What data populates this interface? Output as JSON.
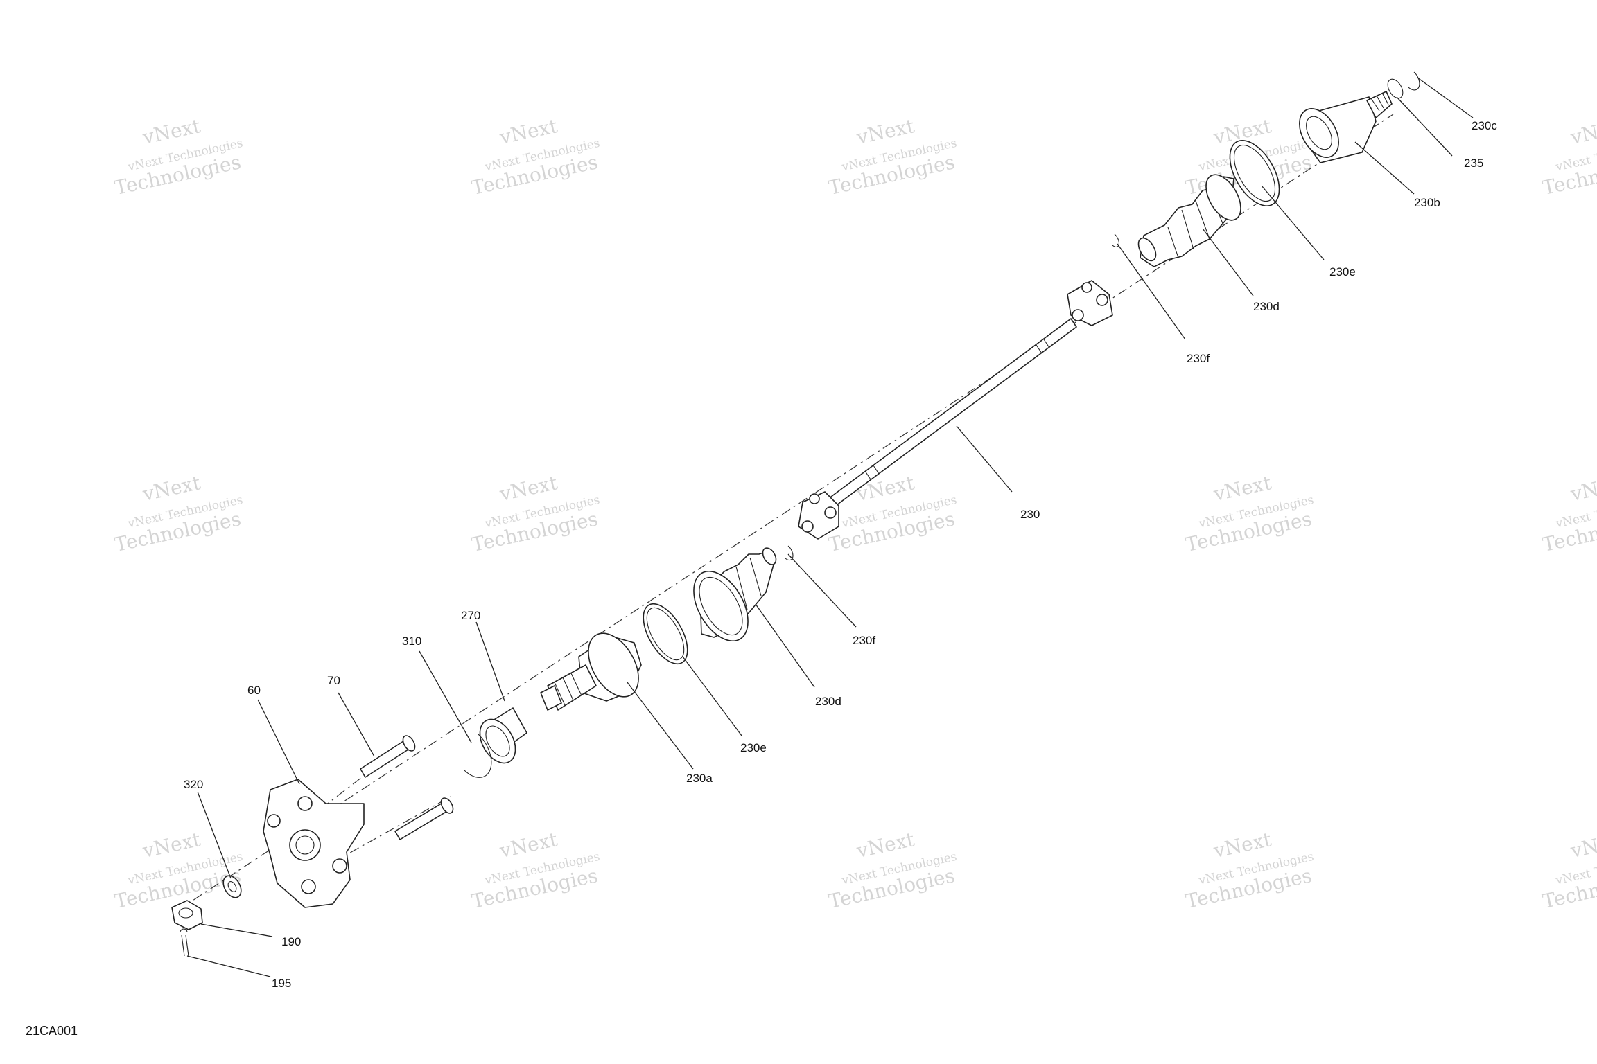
{
  "diagram_code": "21CA001",
  "watermark": {
    "brand": "vNext",
    "line1": "vNext Technologies",
    "line2": "Technologies"
  },
  "callouts": {
    "c230c": "230c",
    "c235": "235",
    "c230b": "230b",
    "c230e_top": "230e",
    "c230d_top": "230d",
    "c230f_top": "230f",
    "c230": "230",
    "c230f_mid": "230f",
    "c230d_mid": "230d",
    "c230e_mid": "230e",
    "c230a": "230a",
    "c270": "270",
    "c310": "310",
    "c70": "70",
    "c60": "60",
    "c320": "320",
    "c190": "190",
    "c195": "195"
  }
}
